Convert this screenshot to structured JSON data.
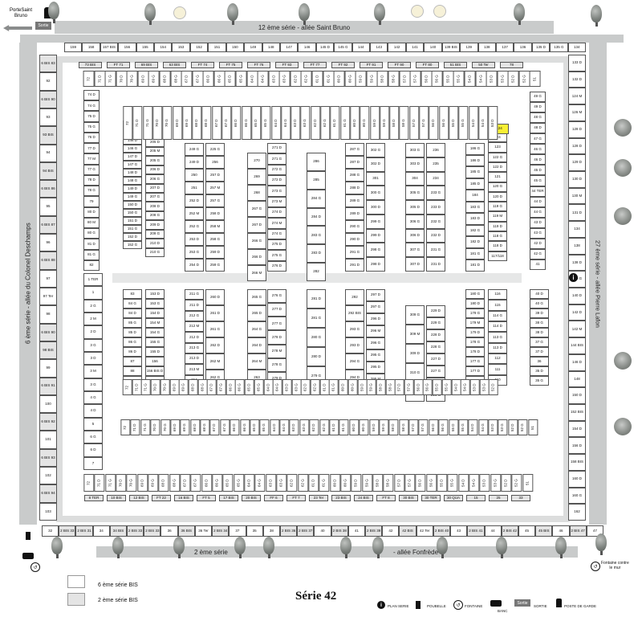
{
  "header": {
    "gate_label_line1": "PorteSaint",
    "gate_label_line2": "Bruno",
    "exit_label": "Sortie"
  },
  "alleys": {
    "top": "12 ème série -             allée Saint Bruno",
    "left": "6 ème série - allée du Colonel Deschamps",
    "right": "27 ème série - allée Pierre Lafon",
    "bottom_left": "2 ème série",
    "bottom_right": "-  allée Fonfrède"
  },
  "top_row": [
    "159",
    "158",
    "157 BIS",
    "156",
    "155",
    "154",
    "153",
    "152",
    "151",
    "150",
    "149",
    "148",
    "147",
    "146",
    "145 D",
    "145 G",
    "144",
    "143",
    "142",
    "141",
    "140",
    "139 BIS",
    "139",
    "138",
    "137",
    "136",
    "135 D",
    "135 G",
    "134"
  ],
  "right_col": [
    "133 D",
    "132 D",
    "124 M",
    "126 M",
    "128 D",
    "128 D",
    "129 D",
    "130 D",
    "130 M",
    "131 D",
    "134",
    "138",
    "138 D",
    "140 G",
    "140 D",
    "142 D",
    "142 M",
    "144 BIS",
    "146 D",
    "148",
    "150 D",
    "152 BIS",
    "154 D",
    "156 D",
    "158 BIS",
    "160 D",
    "160 G",
    "162"
  ],
  "left_col": [
    "6 BIS 83",
    "92",
    "6 BIS 90",
    "93",
    "93 BIS",
    "94",
    "94 BIS",
    "6 BIS 86",
    "95",
    "6 BIS 87",
    "96",
    "6 BIS 88",
    "97",
    "97 Ter",
    "98",
    "6 BIS 90",
    "98 BIS",
    "99",
    "6 BIS 91",
    "100",
    "6 BIS 92",
    "101",
    "6 BIS 93",
    "102",
    "6 BIS 94",
    "103"
  ],
  "bottom_row": [
    "32",
    "2 BIS 33",
    "2 BIS 31",
    "34",
    "34 BIS",
    "2 BIS 33",
    "2 BIS 33",
    "36",
    "36 BIS",
    "36 Ter",
    "2 BIS 34",
    "37",
    "35",
    "38",
    "2 BIS 36",
    "2 BIS 37",
    "40",
    "2 BIS 38",
    "41",
    "2 BIS 39",
    "42",
    "42 BIS",
    "42 Ter",
    "2 BIS 40",
    "43",
    "2 BIS 41",
    "44",
    "2 BIS 42",
    "45",
    "45 BIS",
    "46",
    "2 BIS 47",
    "47"
  ],
  "inner_top_strip": [
    "73 BIS",
    "FT 71",
    "69 BIS",
    "63 BIS",
    "FT 74",
    "FT 75",
    "FT 76",
    "FT 93",
    "FT 77",
    "FT 92",
    "FT 91",
    "FT 90",
    "FT 80",
    "51 BIS",
    "50 Ter",
    "78"
  ],
  "inner_top_vertical": [
    "72",
    "71 D",
    "71 G",
    "70 D",
    "70 G",
    "69 D",
    "69 G",
    "68 D",
    "68 G",
    "67 D",
    "67 G",
    "66 D",
    "66 G",
    "65 D",
    "65 G",
    "64 D",
    "64 G",
    "63 D",
    "63 G",
    "62 D",
    "62 G",
    "61 D",
    "61 G",
    "60 D",
    "60 G",
    "59 D",
    "59 G",
    "58 D",
    "58 G",
    "57 D",
    "57 G",
    "56 D",
    "56 G",
    "55 D",
    "55 G",
    "54 D",
    "54 G",
    "53 D",
    "53 G",
    "52 D",
    "52 G",
    "51"
  ],
  "inner_left_col": [
    "74 D",
    "74 G",
    "75 D",
    "75 G",
    "76 D",
    "77 D",
    "77 M",
    "77 G",
    "78 D",
    "78 G",
    "79",
    "80 D",
    "80 M",
    "80 G",
    "81 D",
    "81 G",
    "82"
  ],
  "inner_right_col": [
    "49 G",
    "49 D",
    "48 G",
    "48 D",
    "47 G",
    "46 G",
    "46 D",
    "45 D",
    "45 G",
    "44 TER",
    "44 D",
    "44 G",
    "43 D",
    "43 G",
    "42 D",
    "42 G",
    "41"
  ],
  "block_a": [
    "144",
    "145",
    "146 D",
    "146 G",
    "147 D",
    "147 G",
    "148 D",
    "148 G",
    "149 D",
    "149 G",
    "150 D",
    "150 G",
    "151 D",
    "151 G",
    "152 D",
    "152 G"
  ],
  "block_b": [
    "204 D",
    "205 D",
    "205 M",
    "205 G",
    "206 D",
    "206 G",
    "207 D",
    "207 G",
    "208 D",
    "208 G",
    "209 D",
    "209 G",
    "210 D",
    "210 G"
  ],
  "block_c": [
    "249 G",
    "249 D",
    "250",
    "251",
    "252 D",
    "252 M",
    "252 G",
    "253 D",
    "253 G",
    "254 D"
  ],
  "block_d": [
    "225 G",
    "256",
    "257 D",
    "257 M",
    "257 G",
    "258 D",
    "258 M",
    "258 G",
    "259 D",
    "259 G"
  ],
  "block_e": [
    "270",
    "269",
    "268",
    "267 G",
    "267 D",
    "266 G",
    "266 D",
    "266 M"
  ],
  "block_f": [
    "271 D",
    "271 G",
    "272 G",
    "272 D",
    "273 G",
    "273 M",
    "274 D",
    "274 M",
    "274 G",
    "275 D",
    "275 G",
    "276 D"
  ],
  "block_g": [
    "286",
    "285",
    "284 G",
    "284 D",
    "283 G",
    "283 D",
    "282"
  ],
  "block_h": [
    "287 G",
    "287 D",
    "288 G",
    "288 D",
    "289 G",
    "289 D",
    "290 G",
    "290 D",
    "291 G",
    "291 D"
  ],
  "block_i": [
    "302 G",
    "302 D",
    "301",
    "300 G",
    "300 D",
    "299 G",
    "299 D",
    "298 G",
    "298 D"
  ],
  "block_j": [
    "303 G",
    "303 D",
    "304",
    "305 G",
    "305 D",
    "306 G",
    "306 D",
    "307 G",
    "307 D"
  ],
  "block_k": [
    "236",
    "235",
    "234",
    "233 G",
    "233 D",
    "232 G",
    "232 D",
    "231 G",
    "231 D"
  ],
  "block_l": [
    "124",
    "123",
    "122 G",
    "122 D",
    "121",
    "120 G",
    "120 D",
    "119 G",
    "119 M",
    "119 D",
    "118 G",
    "118 D",
    "117/118"
  ],
  "block_m": [
    "186 G",
    "186 D",
    "185 G",
    "185 D",
    "184",
    "183 G",
    "183 D",
    "182 G",
    "182 D",
    "181 G",
    "181 D"
  ],
  "block_n": [
    "1 TER",
    "1",
    "2 G",
    "2 M",
    "2 D",
    "3 G",
    "3 D",
    "3 M",
    "3 G",
    "4 G",
    "4 D",
    "5",
    "6 G",
    "6 D",
    "7"
  ],
  "block_o": [
    "83",
    "84 G",
    "84 D",
    "85 G",
    "85 D",
    "86 G",
    "86 D",
    "87",
    "88",
    "89"
  ],
  "block_p": [
    "153 D",
    "153 G",
    "154 D",
    "154 M",
    "154 G",
    "155 G",
    "155 D",
    "156",
    "156 BIS D",
    "157"
  ],
  "block_q": [
    "211 G",
    "211 D",
    "212 G",
    "212 M",
    "212 D",
    "213 G",
    "213 D",
    "213 M",
    "214"
  ],
  "block_r": [
    "260 D",
    "261 D",
    "261 G",
    "262 D",
    "262 M",
    "262 G"
  ],
  "block_s": [
    "265 G",
    "265 D",
    "264 G",
    "264 D",
    "264 M",
    "263"
  ],
  "block_t": [
    "276 G",
    "277 D",
    "277 G",
    "278 D",
    "278 M",
    "278 G",
    "279 D"
  ],
  "block_u": [
    "281 D",
    "281 G",
    "280 G",
    "280 D",
    "279 G"
  ],
  "block_v": [
    "292",
    "292 BIS",
    "293 G",
    "293 D",
    "294 G",
    "294 D"
  ],
  "block_w": [
    "297 D",
    "297 G",
    "296 D",
    "296 M",
    "296 G",
    "295 G",
    "295 D",
    "295 M"
  ],
  "block_x": [
    "309 G",
    "309 M",
    "309 D",
    "310 G",
    "310 D"
  ],
  "block_y": [
    "229 D",
    "229 G",
    "228 D",
    "228 G",
    "227 D",
    "227 G",
    "226 D",
    "226 G"
  ],
  "block_z": [
    "180 G",
    "180 D",
    "179 G",
    "179 M",
    "179 D",
    "178 G",
    "178 D",
    "177 G",
    "177 D",
    "176"
  ],
  "block_aa": [
    "116",
    "115",
    "114 G",
    "114 D",
    "113 G",
    "113 D",
    "112",
    "111",
    "110"
  ],
  "block_ab": [
    "40 D",
    "40 G",
    "39 D",
    "38 G",
    "38 D",
    "37 G",
    "37 D",
    "36",
    "35 D",
    "35 G"
  ],
  "inner_bottom_strip": [
    "8 TER",
    "10 BIS",
    "12 BIS",
    "FT 22",
    "16 BIS",
    "FT 5",
    "17 BIS",
    "20 BIS",
    "FF 6",
    "FT 7",
    "23 Ter",
    "23 BIS",
    "24 BIS",
    "FT 8",
    "30 BIS",
    "30 TER",
    "30 QUA",
    "15",
    "25",
    "33"
  ],
  "legend": {
    "item1": "6 ème série BIS",
    "item2": "2 ème série BIS",
    "title": "Série 42",
    "icons": [
      "PLAN SERIE",
      "POUBELLE",
      "FONTAINE",
      "BANC",
      "SORTIE",
      "POSTE DE GARDE"
    ],
    "fountain_note_line1": "Fontaine contre",
    "fountain_note_line2": "le mur",
    "sortie_label": "Sortie"
  },
  "colors": {
    "alley": "#c9cbcb",
    "highlight": "#f8ef35",
    "bis": "#e4e4e4"
  }
}
